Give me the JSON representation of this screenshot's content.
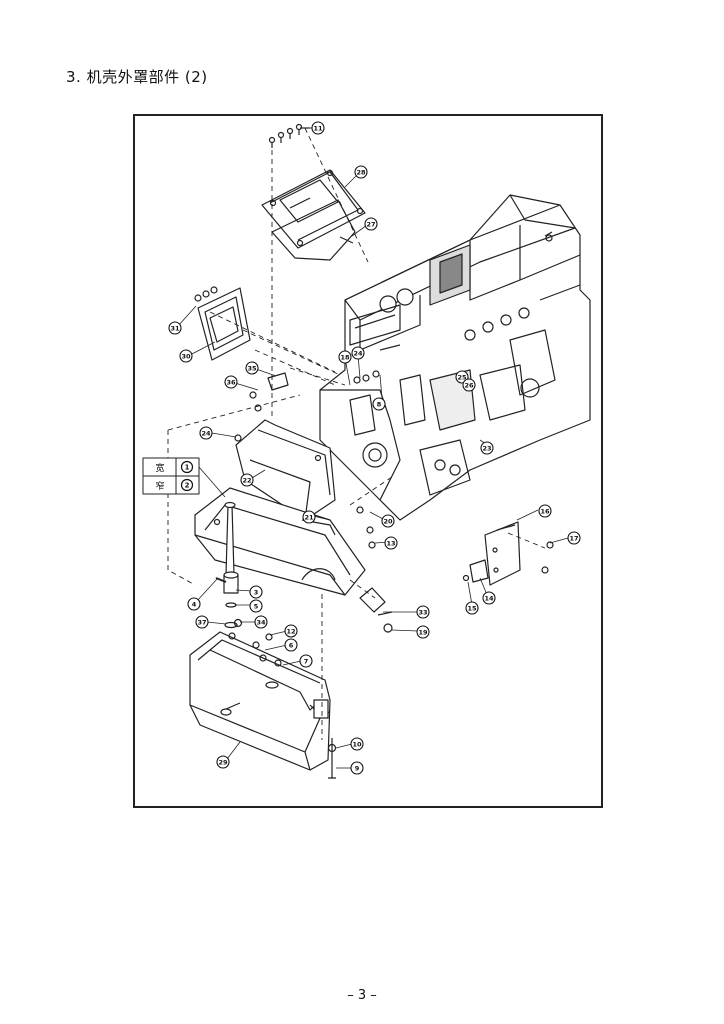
{
  "header": {
    "title": "3. 机壳外罩部件 (2)"
  },
  "legend": {
    "rows": [
      {
        "label": "宽",
        "part": "1"
      },
      {
        "label": "窄",
        "part": "2"
      }
    ]
  },
  "callouts": [
    {
      "n": "11"
    },
    {
      "n": "28"
    },
    {
      "n": "27"
    },
    {
      "n": "31"
    },
    {
      "n": "30"
    },
    {
      "n": "36"
    },
    {
      "n": "35"
    },
    {
      "n": "24"
    },
    {
      "n": "23"
    },
    {
      "n": "22"
    },
    {
      "n": "18"
    },
    {
      "n": "24"
    },
    {
      "n": "8"
    },
    {
      "n": "25"
    },
    {
      "n": "26"
    },
    {
      "n": "21"
    },
    {
      "n": "20"
    },
    {
      "n": "13"
    },
    {
      "n": "16"
    },
    {
      "n": "17"
    },
    {
      "n": "14"
    },
    {
      "n": "15"
    },
    {
      "n": "3"
    },
    {
      "n": "4"
    },
    {
      "n": "5"
    },
    {
      "n": "37"
    },
    {
      "n": "34"
    },
    {
      "n": "12"
    },
    {
      "n": "6"
    },
    {
      "n": "7"
    },
    {
      "n": "29"
    },
    {
      "n": "19"
    },
    {
      "n": "10"
    },
    {
      "n": "9"
    },
    {
      "n": "33"
    }
  ],
  "footer": {
    "page": "– 3 –"
  }
}
